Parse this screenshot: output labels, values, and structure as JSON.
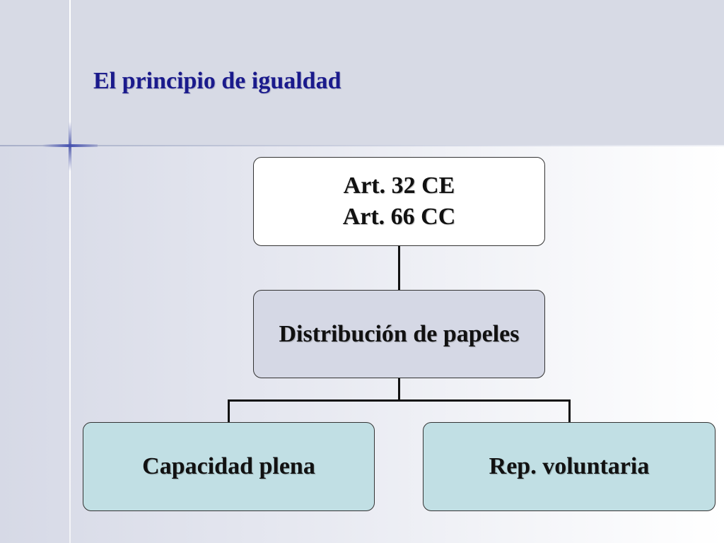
{
  "slide": {
    "title": "El principio de igualdad"
  },
  "diagram": {
    "root": {
      "line1": "Art. 32 CE",
      "line2": "Art. 66 CC"
    },
    "middle": {
      "label": "Distribución de papeles"
    },
    "children": [
      {
        "label": "Capacidad plena"
      },
      {
        "label": "Rep. voluntaria"
      }
    ]
  },
  "colors": {
    "title": "#1a1a8c",
    "header_band": "#d7dae5",
    "root_fill": "#ffffff",
    "middle_fill": "#d5d8e5",
    "child_fill": "#c1dfe4",
    "connector": "#111111"
  }
}
